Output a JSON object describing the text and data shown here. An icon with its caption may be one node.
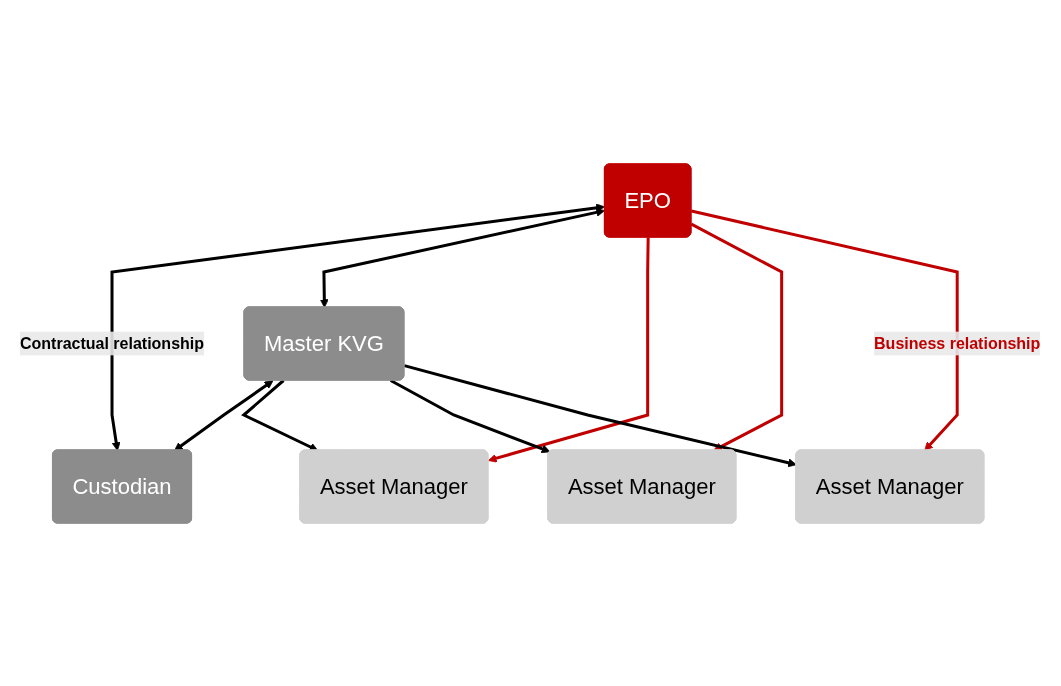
{
  "diagram": {
    "nodes": [
      {
        "text": [
          "EPO"
        ]
      },
      {
        "text": [
          "Master KVG"
        ]
      },
      {
        "text": [
          "Custodian"
        ]
      },
      {
        "text": [
          "Asset Manager"
        ]
      },
      {
        "text": [
          "Asset Manager"
        ]
      },
      {
        "text": [
          "Asset Manager"
        ]
      }
    ],
    "edges": [
      {
        "from": 0,
        "to": 2,
        "arrow": "both",
        "label": "Contractual relationship"
      },
      {
        "from": 0,
        "to": 1,
        "arrow": "both"
      },
      {
        "from": 1,
        "to": 2,
        "arrow": "both"
      },
      {
        "from": 0,
        "to": 3,
        "arrow": "to",
        "color": "#c00000"
      },
      {
        "from": 0,
        "to": 4,
        "arrow": "to",
        "color": "#c00000"
      },
      {
        "from": 0,
        "to": 5,
        "arrow": "to",
        "color": "#c00000",
        "label": "Business relationship"
      },
      {
        "from": 1,
        "to": 3,
        "arrow": "to"
      },
      {
        "from": 1,
        "to": 4,
        "arrow": "to"
      },
      {
        "from": 1,
        "to": 5,
        "arrow": "to"
      }
    ]
  }
}
